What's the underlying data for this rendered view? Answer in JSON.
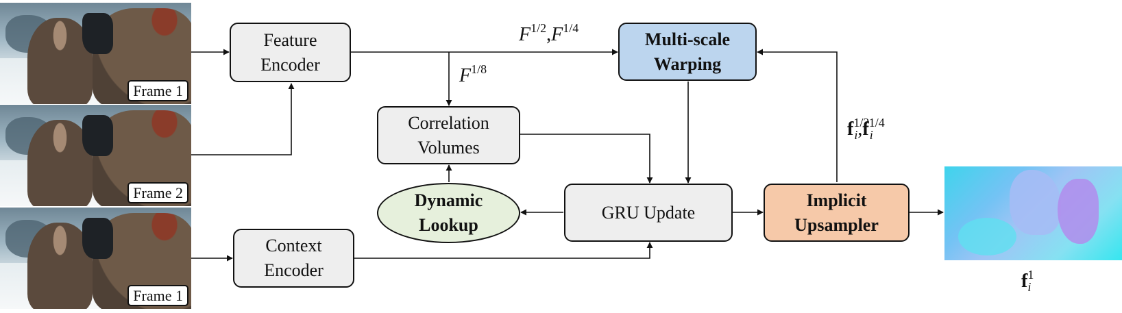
{
  "inputs": {
    "frame_top": "Frame 1",
    "frame_mid": "Frame 2",
    "frame_bottom": "Frame 1"
  },
  "boxes": {
    "feature_encoder": [
      "Feature",
      "Encoder"
    ],
    "context_encoder": [
      "Context",
      "Encoder"
    ],
    "correlation_volumes": [
      "Correlation",
      "Volumes"
    ],
    "dynamic_lookup": [
      "Dynamic",
      "Lookup"
    ],
    "gru_update": "GRU Update",
    "multiscale_warping": [
      "Multi-scale",
      "Warping"
    ],
    "implicit_upsampler": [
      "Implicit",
      "Upsampler"
    ]
  },
  "labels": {
    "f_half_quarter": {
      "var": "F",
      "exp1": "1/2",
      "exp2": "1/4"
    },
    "f_eighth": {
      "var": "F",
      "exp": "1/8"
    },
    "feedback": {
      "var": "f",
      "sub": "i",
      "exp1": "1/2",
      "exp2": "1/4"
    },
    "output": {
      "var": "f",
      "sub": "i",
      "exp": "1"
    }
  },
  "colors": {
    "box_default": "#eeeeee",
    "warping": "#bcd5ee",
    "upsampler": "#f6c9a9",
    "lookup": "#e6f0dc"
  }
}
